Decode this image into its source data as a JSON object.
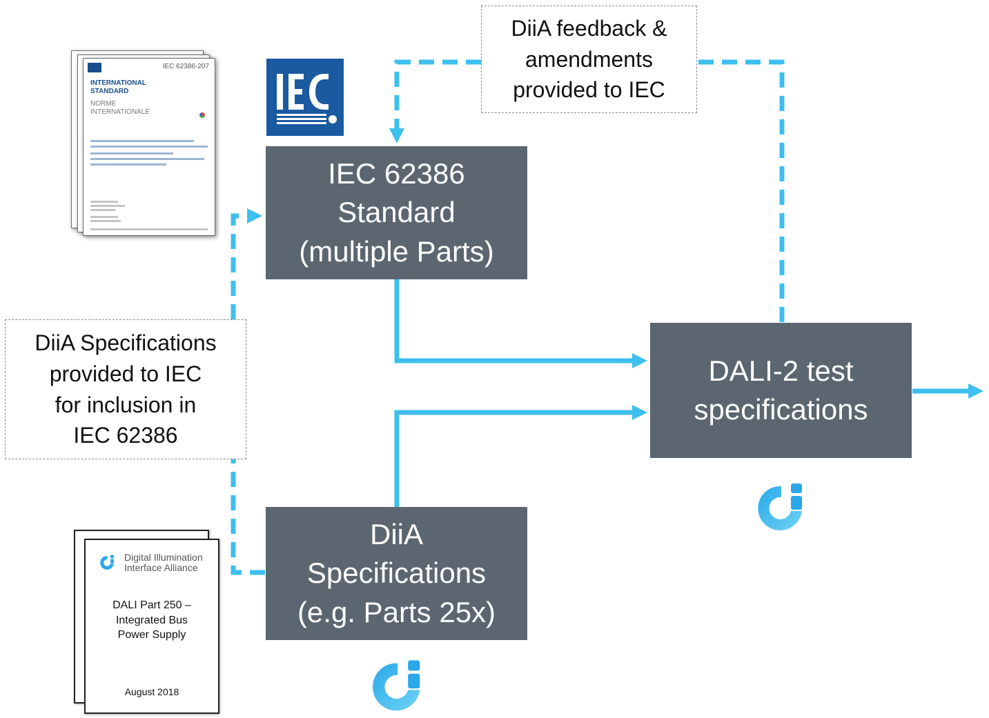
{
  "boxes": {
    "iec_standard": [
      "IEC 62386",
      "Standard",
      "(multiple Parts)"
    ],
    "diia_specs": [
      "DiiA",
      "Specifications",
      "(e.g. Parts 25x)"
    ],
    "dali_test": [
      "DALI-2 test",
      "specifications"
    ]
  },
  "notes": {
    "feedback": [
      "DiiA feedback &",
      "amendments",
      "provided to IEC"
    ],
    "specs_provided": [
      "DiiA Specifications",
      "provided to IEC",
      "for inclusion in",
      "IEC 62386"
    ]
  },
  "iec_document": {
    "code": "IEC 62386-207",
    "title_en": [
      "INTERNATIONAL",
      "STANDARD"
    ],
    "title_fr": [
      "NORME",
      "INTERNATIONALE"
    ]
  },
  "diia_document": {
    "org": [
      "Digital Illumination",
      "Interface Alliance"
    ],
    "title": [
      "DALI Part 250 –",
      "Integrated Bus",
      "Power Supply"
    ],
    "date": "August 2018"
  },
  "logos": {
    "iec_logo_text": "IEC"
  },
  "colors": {
    "box_fill": "#5b6670",
    "connector": "#3dbfee",
    "iec_blue": "#1a5aa0"
  }
}
